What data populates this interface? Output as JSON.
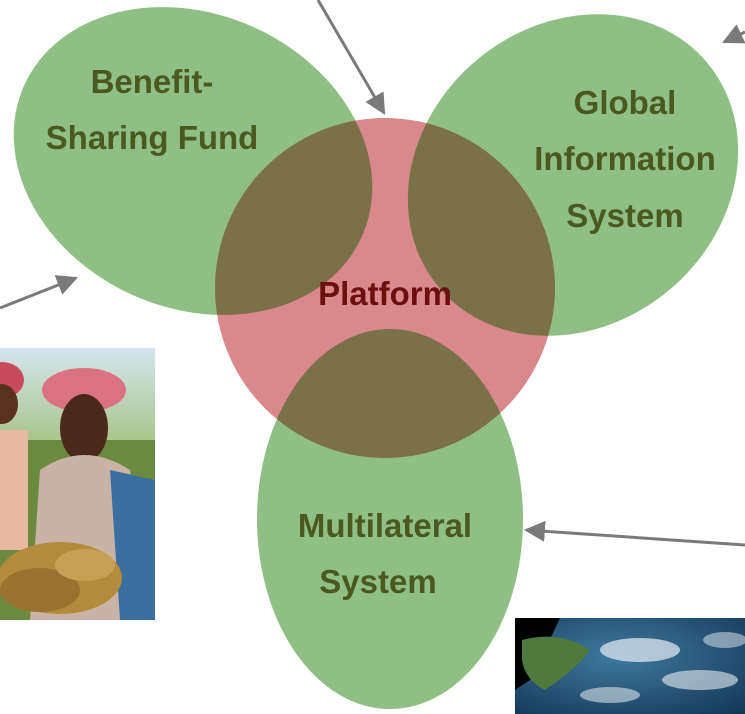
{
  "diagram": {
    "nodes": {
      "benefit_sharing_fund": {
        "line1": "Benefit-",
        "line2": "Sharing Fund"
      },
      "global_information_system": {
        "line1": "Global",
        "line2": "Information",
        "line3": "System"
      },
      "platform": {
        "label": "Platform"
      },
      "multilateral_system": {
        "line1": "Multilateral",
        "line2": "System"
      }
    },
    "colors": {
      "ellipse_fill": "#8fbf85",
      "platform_fill": "#d9888b",
      "overlap_fill": "#7a704a",
      "label_text": "#4a5a1f",
      "platform_text": "#6b0f0f",
      "arrow": "#7a7a7a"
    },
    "photos": {
      "left_photo": "women-harvesting-photo",
      "bottom_right_photo": "satellite-earth-photo"
    }
  }
}
